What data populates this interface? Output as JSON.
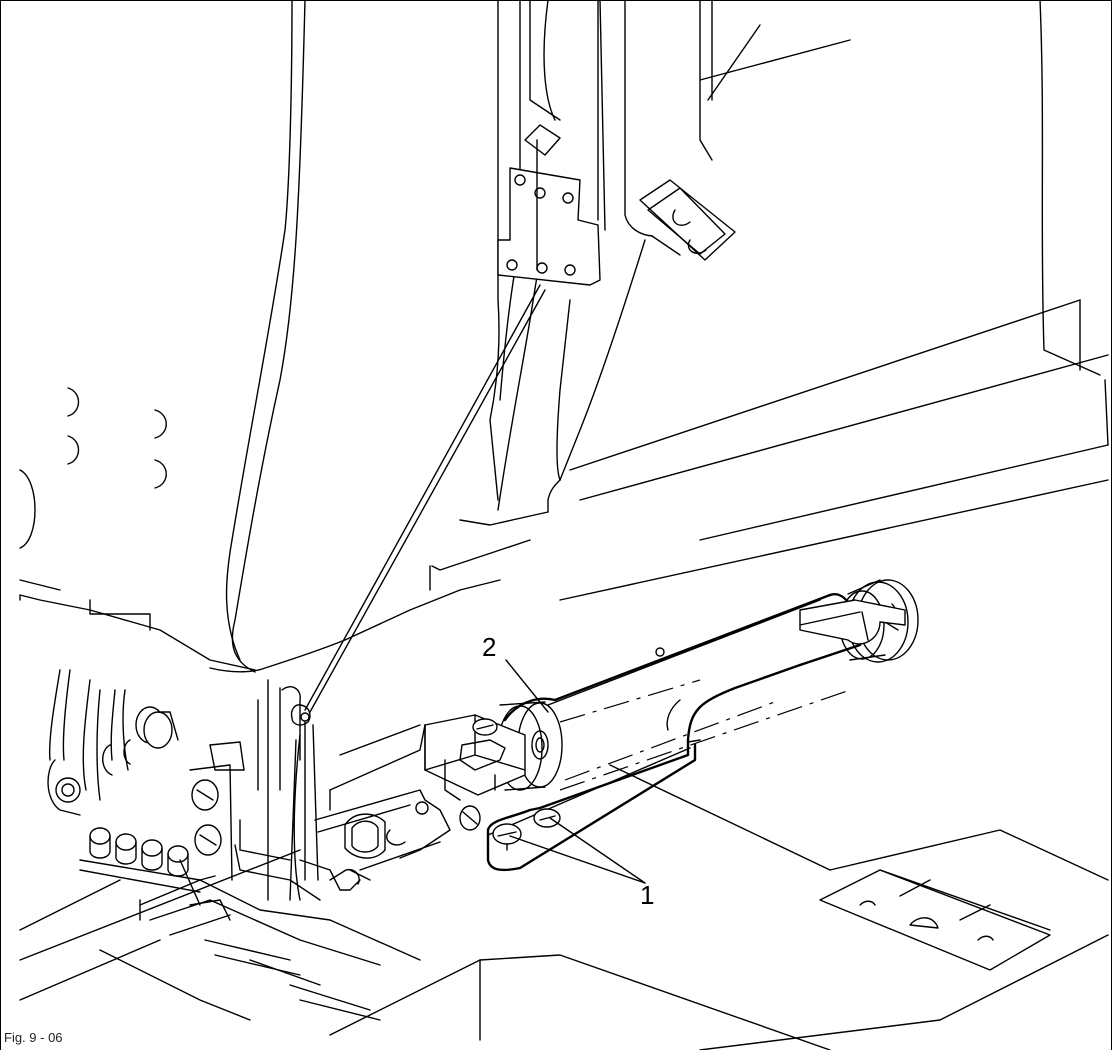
{
  "figure": {
    "caption": "Fig. 9 - 06",
    "callouts": {
      "part_1": "1",
      "part_2": "2"
    }
  }
}
